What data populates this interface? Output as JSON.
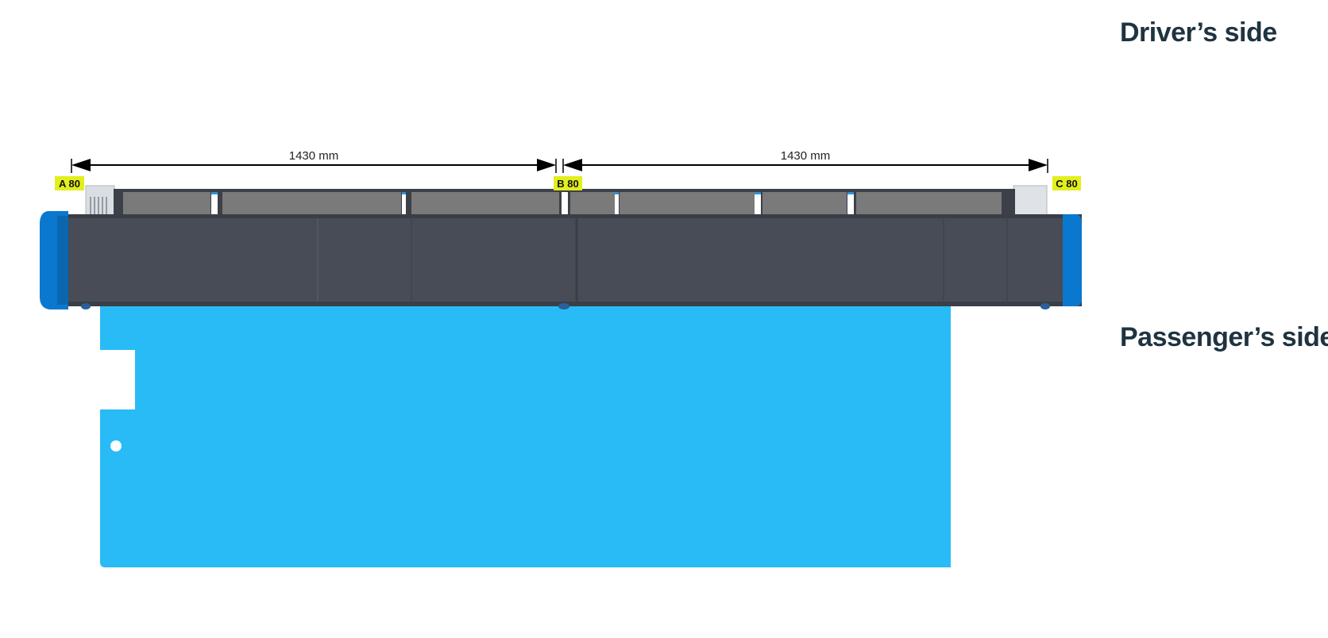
{
  "labels": {
    "driver_side": "Driver’s side",
    "passenger_side": "Passenger’s side"
  },
  "dimensions": [
    {
      "value_text": "1430 mm"
    },
    {
      "value_text": "1430 mm"
    }
  ],
  "markers": [
    {
      "text": "A 80"
    },
    {
      "text": "B 80"
    },
    {
      "text": "C 80"
    }
  ],
  "colors": {
    "rack_body": "#474c57",
    "rack_top": "#3c4049",
    "panel_gray": "#7a7a7a",
    "end_cap_blue": "#0a78cf",
    "vehicle_blue": "#29bbf6",
    "marker_yellow": "#e3ee1d",
    "label_text": "#1f3340",
    "dimension_line": "#000000"
  }
}
